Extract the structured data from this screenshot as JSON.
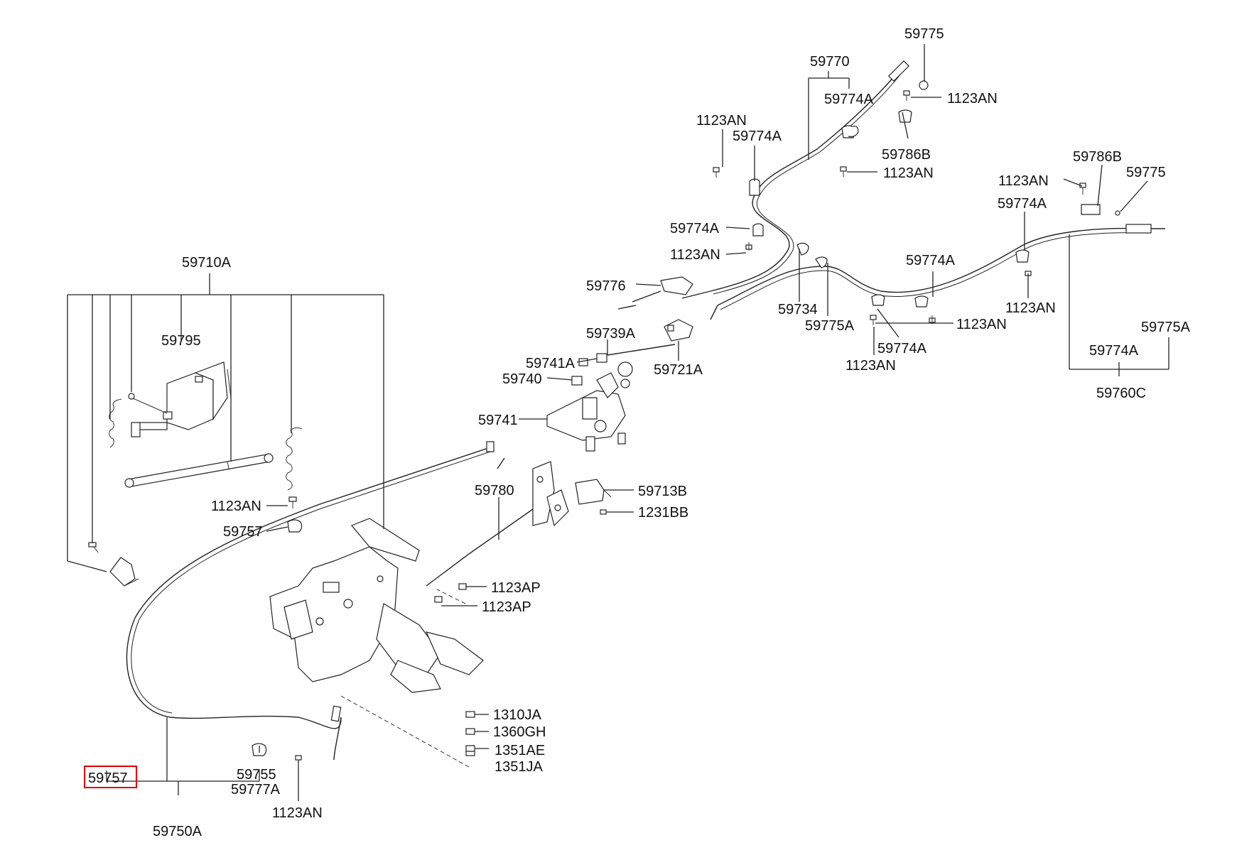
{
  "labels": {
    "l59775_top": "59775",
    "l59770": "59770",
    "l1123AN_a": "1123AN",
    "l59774A_a": "59774A",
    "l1123AN_b": "1123AN",
    "l59774A_b": "59774A",
    "l59786B_a": "59786B",
    "l1123AN_c": "1123AN",
    "l59786B_b": "59786B",
    "l1123AN_d": "1123AN",
    "l59775_r": "59775",
    "l59774A_c": "59774A",
    "l59774A_d": "59774A",
    "l1123AN_e": "1123AN",
    "l59774A_e": "59774A",
    "l59776": "59776",
    "l59734": "59734",
    "l59775A_a": "59775A",
    "l1123AN_f": "1123AN",
    "l59774A_f": "59774A",
    "l1123AN_g": "1123AN",
    "l1123AN_h": "1123AN",
    "l59775A_b": "59775A",
    "l59774A_g": "59774A",
    "l59760C": "59760C",
    "l59710A": "59710A",
    "l59795": "59795",
    "l59739A": "59739A",
    "l59721A": "59721A",
    "l59741A": "59741A",
    "l59740": "59740",
    "l59741": "59741",
    "l59780": "59780",
    "l59713B": "59713B",
    "l1231BB": "1231BB",
    "l1123AN_i": "1123AN",
    "l59757_a": "59757",
    "l1123AP_a": "1123AP",
    "l1123AP_b": "1123AP",
    "l1310JA": "1310JA",
    "l1360GH": "1360GH",
    "l1351AE": "1351AE",
    "l1351JA": "1351JA",
    "l59757_b": "59757",
    "l59755": "59755",
    "l59777A": "59777A",
    "l1123AN_j": "1123AN",
    "l59750A": "59750A"
  },
  "highlight": {
    "color": "#e00000",
    "part": "59757"
  }
}
